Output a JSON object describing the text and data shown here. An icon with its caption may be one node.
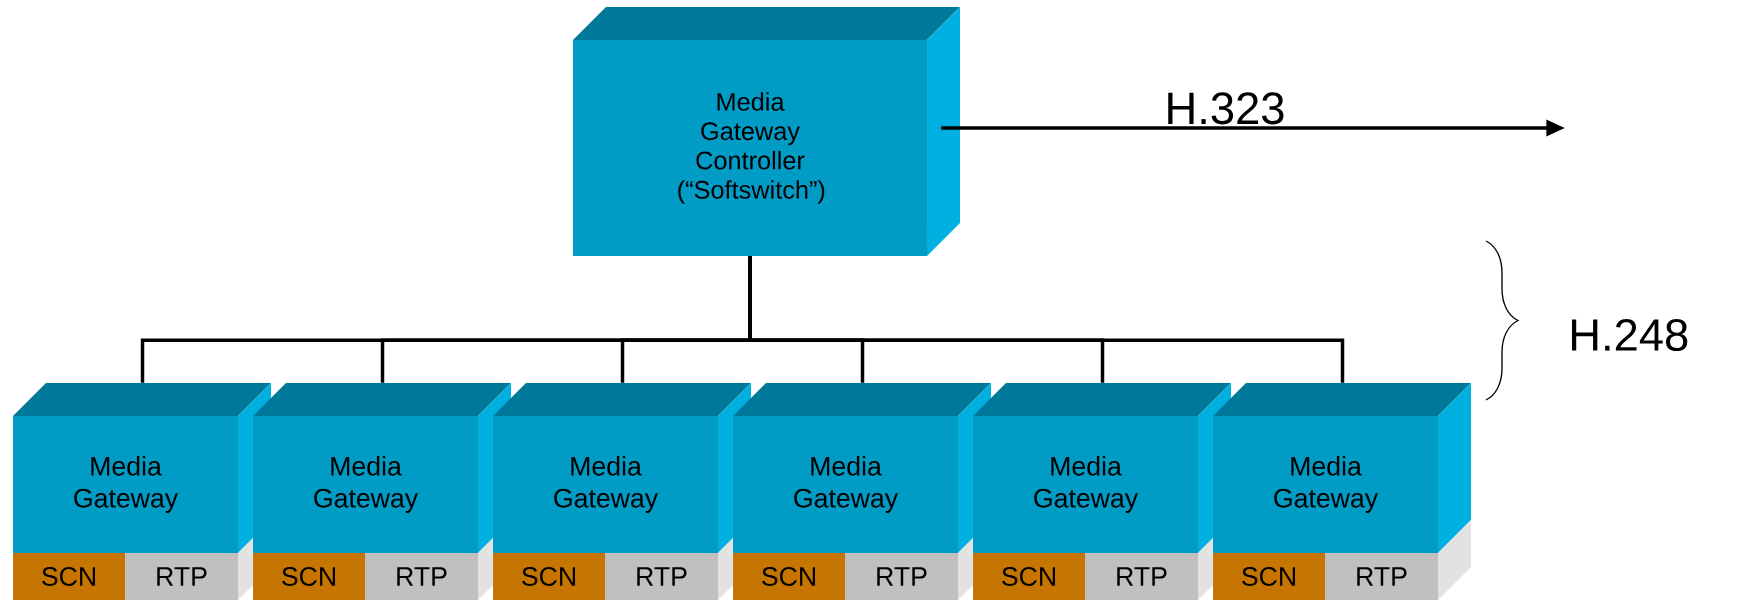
{
  "diagram": {
    "nodes": [
      {
        "text": [
          "Media Gateway Controller (“Softswitch”)"
        ]
      },
      {
        "text": [
          "Media Gateway"
        ]
      },
      {
        "text": [
          "SCN"
        ]
      },
      {
        "text": [
          "RTP"
        ]
      },
      {
        "text": [
          "Media Gateway"
        ]
      },
      {
        "text": [
          "SCN"
        ]
      },
      {
        "text": [
          "RTP"
        ]
      },
      {
        "text": [
          "Media Gateway"
        ]
      },
      {
        "text": [
          "SCN"
        ]
      },
      {
        "text": [
          "RTP"
        ]
      },
      {
        "text": [
          "Media Gateway"
        ]
      },
      {
        "text": [
          "SCN"
        ]
      },
      {
        "text": [
          "RTP"
        ]
      },
      {
        "text": [
          "Media Gateway"
        ]
      },
      {
        "text": [
          "SCN"
        ]
      },
      {
        "text": [
          "RTP"
        ]
      },
      {
        "text": [
          "Media Gateway"
        ]
      },
      {
        "text": [
          "SCN"
        ]
      },
      {
        "text": [
          "RTP"
        ]
      }
    ],
    "edges": [
      {
        "from": 0,
        "to": 1,
        "arrow": "none"
      },
      {
        "from": 0,
        "to": 4,
        "arrow": "none"
      },
      {
        "from": 0,
        "to": 7,
        "arrow": "none"
      },
      {
        "from": 0,
        "to": 10,
        "arrow": "none"
      },
      {
        "from": 0,
        "to": 13,
        "arrow": "none"
      },
      {
        "from": 0,
        "to": 16,
        "arrow": "none"
      },
      {
        "from": 0,
        "to": null,
        "arrow": "to",
        "label": "H.323"
      }
    ],
    "labels": [
      "H.248"
    ]
  }
}
